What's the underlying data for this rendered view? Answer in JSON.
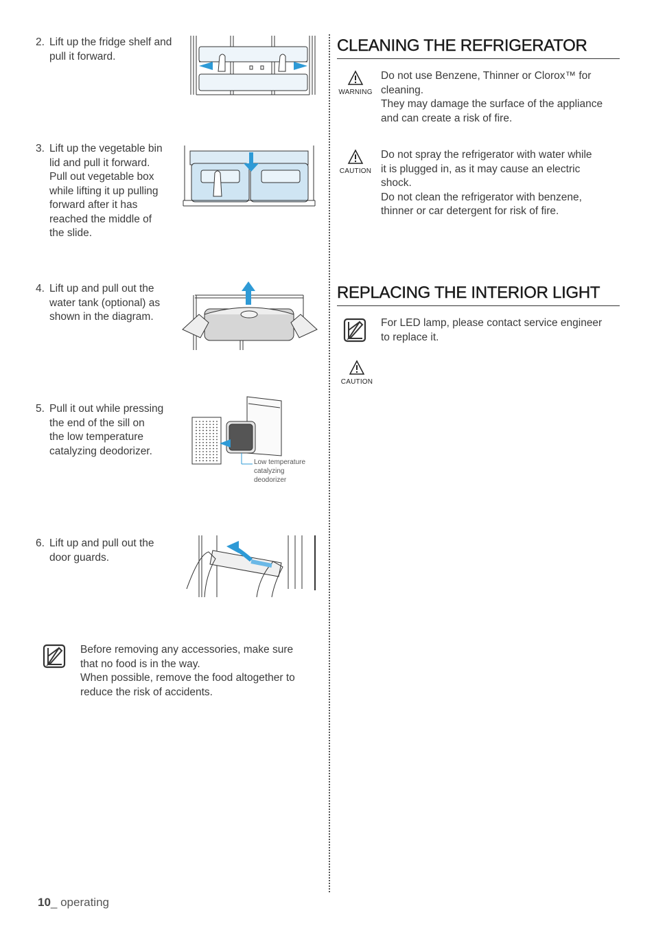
{
  "steps": [
    {
      "num": "2.",
      "lines": [
        "Lift up the fridge shelf and",
        "pull it forward."
      ]
    },
    {
      "num": "3.",
      "lines": [
        "Lift up the vegetable bin",
        "lid and pull it forward.",
        "Pull out vegetable box",
        "while lifting it up pulling",
        "forward after it has",
        "reached the middle of",
        "the slide."
      ]
    },
    {
      "num": "4.",
      "lines": [
        "Lift up and pull out the",
        "water tank (optional) as",
        "shown in the diagram."
      ]
    },
    {
      "num": "5.",
      "lines": [
        "Pull it out while pressing",
        "the end of the sill on",
        "the low temperature",
        "catalyzing deodorizer."
      ]
    },
    {
      "num": "6.",
      "lines": [
        "Lift up and pull out the",
        "door guards."
      ]
    }
  ],
  "deodorizer_label": [
    "Low temperature",
    "catalyzing",
    "deodorizer"
  ],
  "note_left": [
    "Before removing any accessories, make sure",
    "that no food is in the way.",
    "When possible, remove the food altogether to",
    "reduce the risk of accidents."
  ],
  "cleaning": {
    "title": "CLEANING THE REFRIGERATOR",
    "warning_label": "WARNING",
    "warning_text": [
      "Do not use Benzene, Thinner or Clorox™ for",
      "cleaning.",
      "They may damage the surface of the appliance",
      "and can create a risk of fire."
    ],
    "caution_label": "CAUTION",
    "caution_text": [
      "Do not spray the refrigerator with water while",
      "it is plugged in, as it may cause an electric",
      "shock.",
      "Do not clean the refrigerator with benzene,",
      "thinner or car detergent for risk of fire."
    ]
  },
  "light": {
    "title": "REPLACING THE INTERIOR LIGHT",
    "note_text": [
      "For LED lamp, please contact service engineer",
      "to replace it."
    ],
    "caution_label": "CAUTION"
  },
  "footer": {
    "page": "10",
    "section": "_ operating"
  },
  "colors": {
    "accent_blue": "#2e9ad6",
    "text": "#3a3a3a"
  }
}
